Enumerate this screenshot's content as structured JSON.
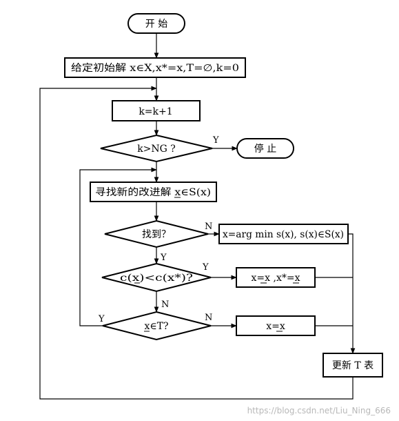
{
  "diagram": {
    "nodes": {
      "start": "开 始",
      "init": "给定初始解 x∈X,x*=x,T=∅,k=0",
      "increment": "k=k+1",
      "check_iter": "k>NG ?",
      "stop": "停 止",
      "search": "寻找新的改进解 x∈S(x)",
      "found": "找到？",
      "argmin": "x=arg min s(x), s(x)∈S(x)",
      "compare": "c(x)<c(x*)?",
      "assign_both": "x=x ,x*=x",
      "in_tabu": "x∈T?",
      "assign": "x=x",
      "update": "更新 T 表"
    },
    "edge_labels": {
      "check_iter_yes": "Y",
      "found_no": "N",
      "found_yes": "Y",
      "compare_yes": "Y",
      "compare_no": "N",
      "in_tabu_yes": "Y",
      "in_tabu_no": "N"
    }
  },
  "watermark": "https://blog.csdn.net/Liu_Ning_666"
}
